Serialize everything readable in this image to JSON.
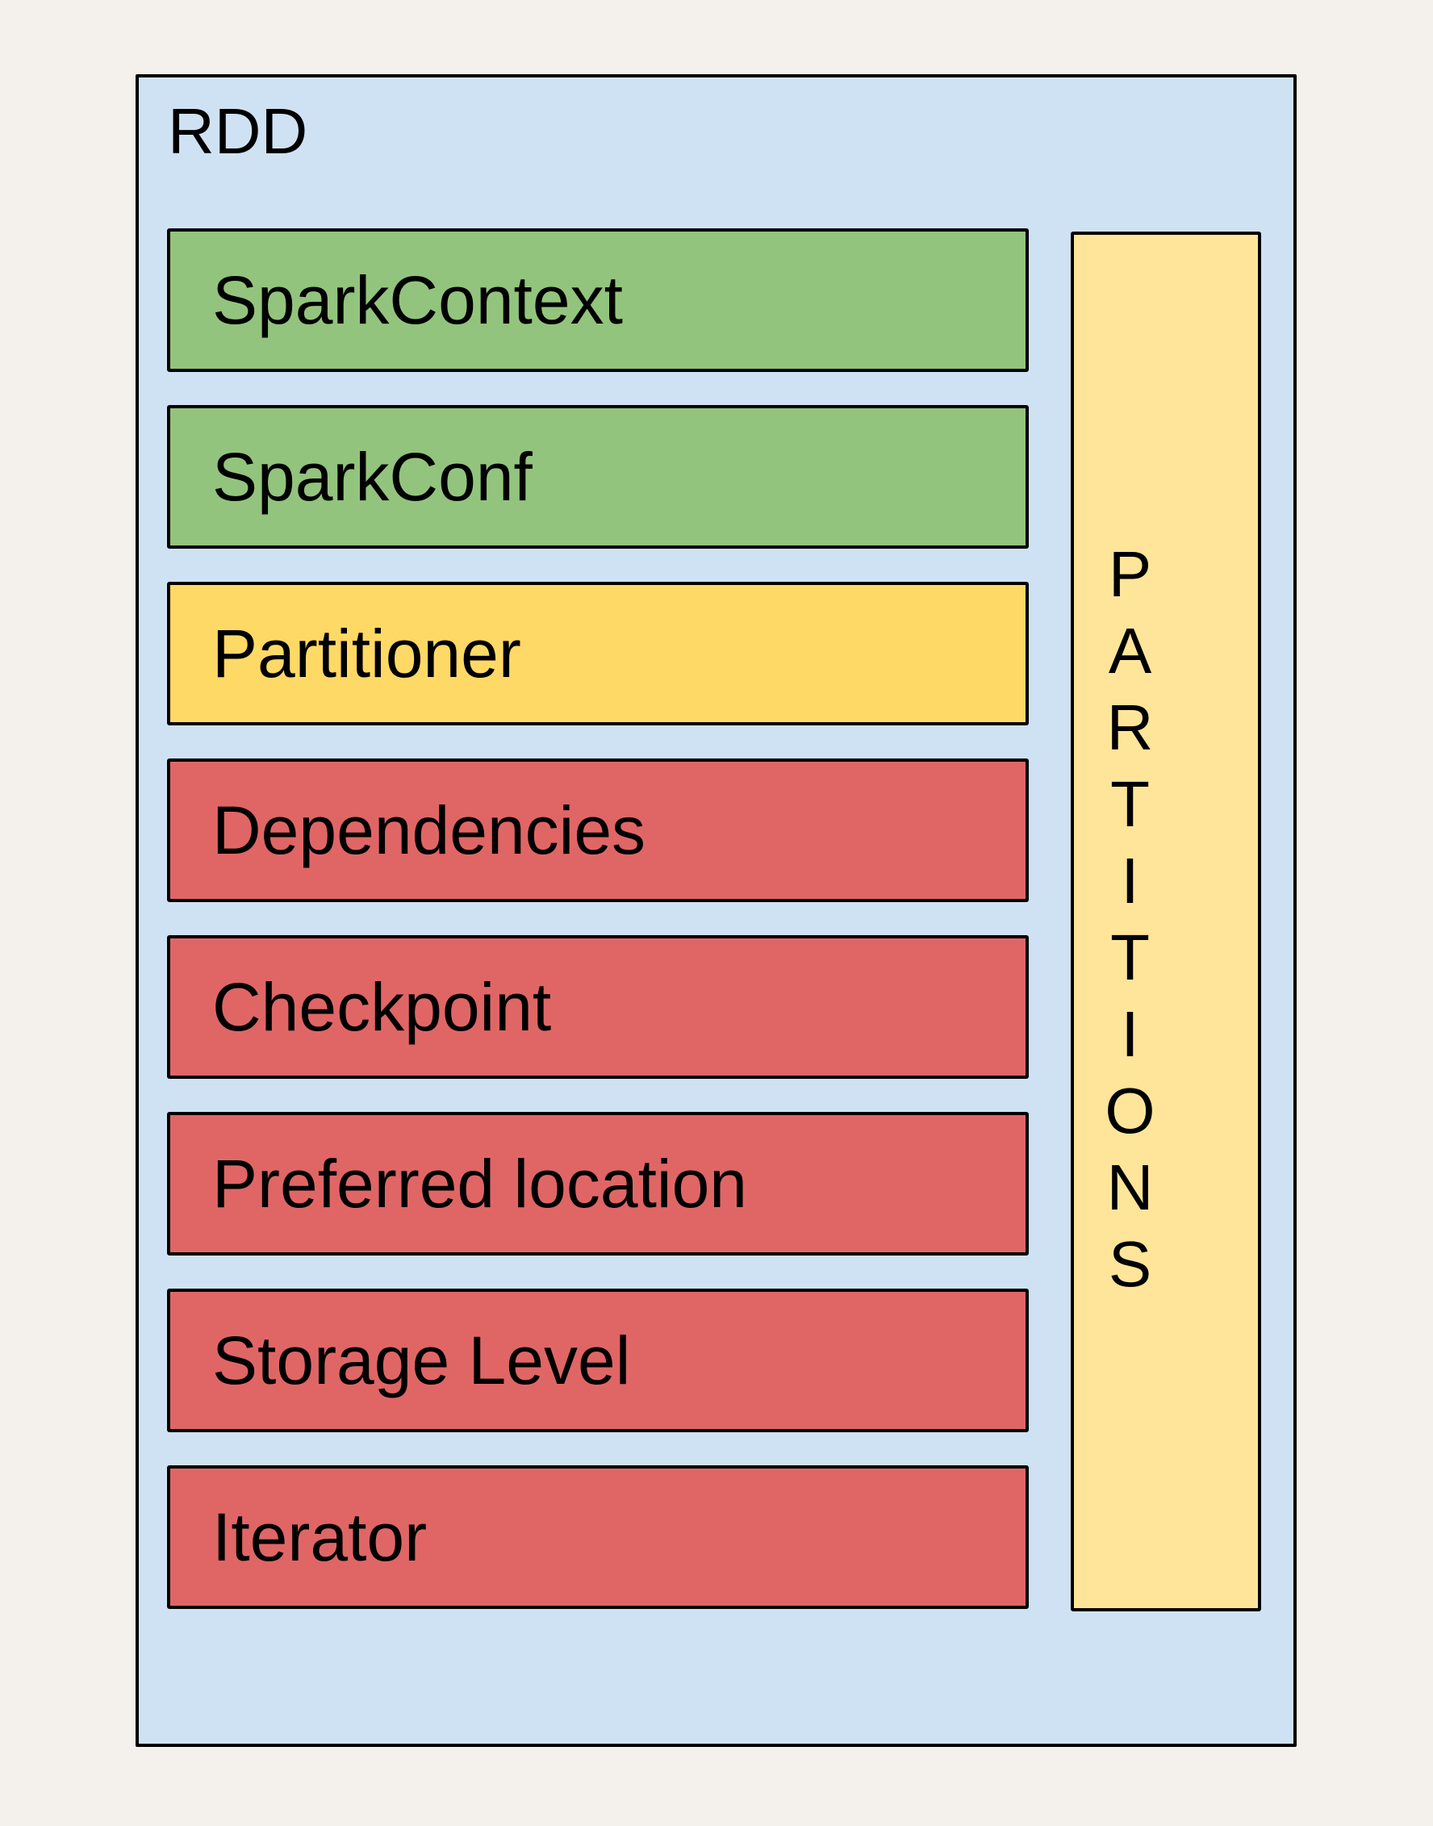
{
  "diagram": {
    "title": "RDD",
    "attributes": [
      {
        "label": "SparkContext",
        "color": "#93c47d"
      },
      {
        "label": "SparkConf",
        "color": "#93c47d"
      },
      {
        "label": "Partitioner",
        "color": "#ffd966"
      },
      {
        "label": "Dependencies",
        "color": "#e06666"
      },
      {
        "label": "Checkpoint",
        "color": "#e06666"
      },
      {
        "label": "Preferred location",
        "color": "#e06666"
      },
      {
        "label": "Storage Level",
        "color": "#e06666"
      },
      {
        "label": "Iterator",
        "color": "#e06666"
      }
    ],
    "partitions": {
      "label": "PARTITIONS",
      "color": "#ffe599"
    },
    "colors": {
      "page_background": "#f4f1ec",
      "container_fill": "#cfe2f3",
      "border": "#000000"
    }
  }
}
